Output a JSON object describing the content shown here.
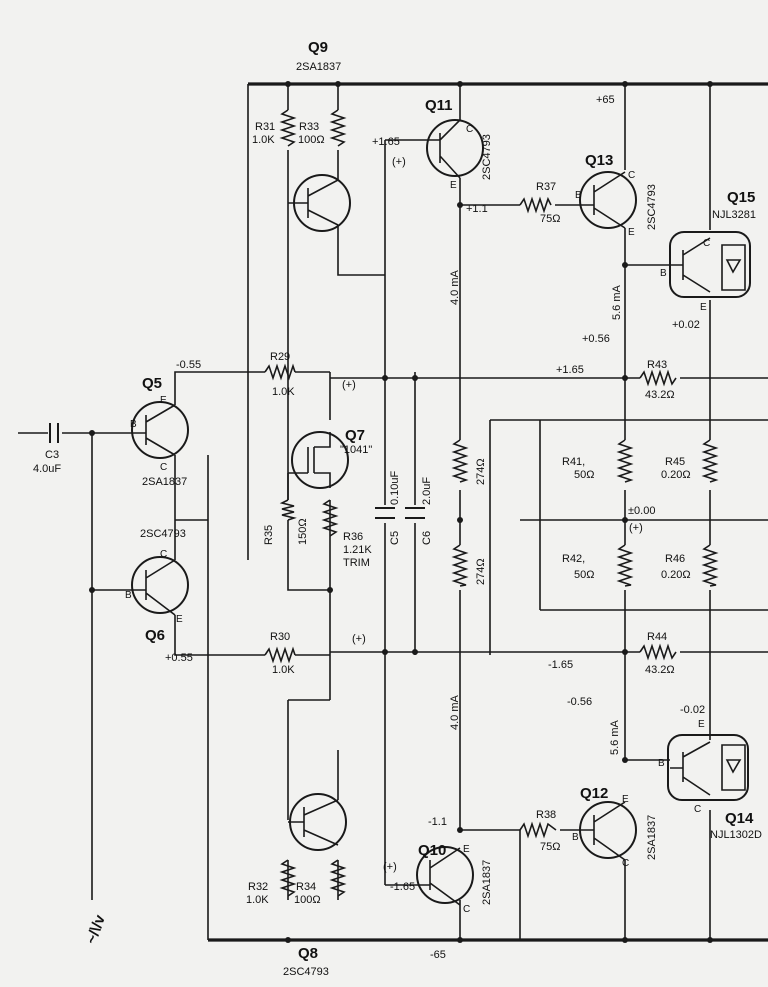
{
  "labels": {
    "q9_name": "Q9",
    "q9_part": "2SA1837",
    "q11_name": "Q11",
    "q11_part": "2SC4793",
    "q11_base_v": "+1.65",
    "q11_emit_v": "+1.1",
    "q13_name": "Q13",
    "q13_part": "2SC4793",
    "q15_name": "Q15",
    "q15_part": "NJL3281",
    "q5_name": "Q5",
    "q5_part": "2SA1837",
    "q6_name": "Q6",
    "q6_part": "2SC4793",
    "q7_name": "Q7",
    "q7_part": "\"1041\"",
    "q8_name": "Q8",
    "q8_part": "2SC4793",
    "q10_name": "Q10",
    "q10_part": "2SA1837",
    "q12_name": "Q12",
    "q12_part": "2SA1837",
    "q14_name": "Q14",
    "q14_part": "NJL1302D",
    "r31": "R31",
    "r31_val": "1.0K",
    "r33": "R33",
    "r33_val": "100Ω",
    "r37": "R37",
    "r37_val": "75Ω",
    "r29": "R29",
    "r29_val": "1.0K",
    "r30": "R30",
    "r30_val": "1.0K",
    "r35": "R35",
    "r35_val": "150Ω",
    "r36": "R36",
    "r36_val": "1.21K",
    "r36_note": "TRIM",
    "r41": "R41,",
    "r41_val": "50Ω",
    "r42": "R42,",
    "r42_val": "50Ω",
    "r43": "R43",
    "r43_val": "43.2Ω",
    "r44": "R44",
    "r44_val": "43.2Ω",
    "r45": "R45",
    "r45_val": "0.20Ω",
    "r46": "R46",
    "r46_val": "0.20Ω",
    "r274a": "274Ω",
    "r274b": "274Ω",
    "r38": "R38",
    "r38_val": "75Ω",
    "r32": "R32",
    "r32_val": "1.0K",
    "r34": "R34",
    "r34_val": "100Ω",
    "c3": "C3",
    "c3_val": "4.0uF",
    "c5": "C5",
    "c5_val": "0.10uF",
    "c6": "C6",
    "c6_val": "2.0uF",
    "v_p65": "+65",
    "v_m65": "-65",
    "v_m055": "-0.55",
    "v_p055": "+0.55",
    "v_p165": "+1.65",
    "v_m165": "-1.65",
    "v_p056": "+0.56",
    "v_m056": "-0.56",
    "v_p002": "+0.02",
    "v_m002": "-0.02",
    "v_zero": "±0.00",
    "v_m11": "-1.1",
    "v_q10b": "-1.65",
    "i_4ma_top": "4.0 mA",
    "i_4ma_bot": "4.0 mA",
    "i_56ma_top": "5.6 mA",
    "i_56ma_bot": "5.6 mA",
    "plus": "(+)",
    "pin_b": "B",
    "pin_c": "C",
    "pin_e": "E",
    "sig": "~/\\/v"
  }
}
